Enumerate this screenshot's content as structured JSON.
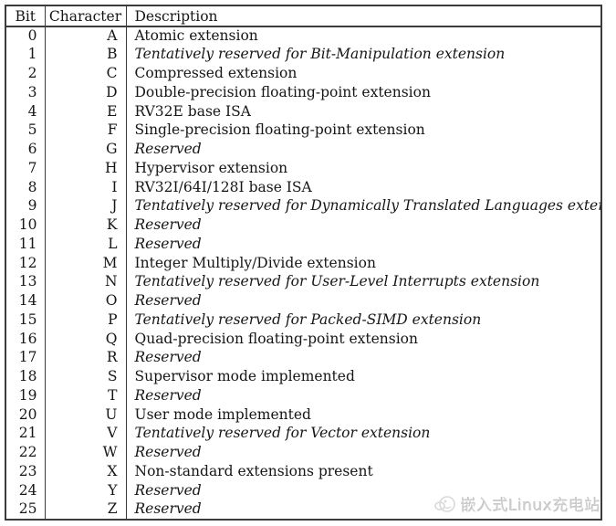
{
  "table": {
    "headers": {
      "bit": "Bit",
      "character": "Character",
      "description": "Description"
    },
    "rows": [
      {
        "bit": "0",
        "char": "A",
        "desc": "Atomic extension",
        "italic": false
      },
      {
        "bit": "1",
        "char": "B",
        "desc": "Tentatively reserved for Bit-Manipulation extension",
        "italic": true
      },
      {
        "bit": "2",
        "char": "C",
        "desc": "Compressed extension",
        "italic": false
      },
      {
        "bit": "3",
        "char": "D",
        "desc": "Double-precision floating-point extension",
        "italic": false
      },
      {
        "bit": "4",
        "char": "E",
        "desc": "RV32E base ISA",
        "italic": false
      },
      {
        "bit": "5",
        "char": "F",
        "desc": "Single-precision floating-point extension",
        "italic": false
      },
      {
        "bit": "6",
        "char": "G",
        "desc": "Reserved",
        "italic": true
      },
      {
        "bit": "7",
        "char": "H",
        "desc": "Hypervisor extension",
        "italic": false
      },
      {
        "bit": "8",
        "char": "I",
        "desc": "RV32I/64I/128I base ISA",
        "italic": false
      },
      {
        "bit": "9",
        "char": "J",
        "desc": "Tentatively reserved for Dynamically Translated Languages extension",
        "italic": true
      },
      {
        "bit": "10",
        "char": "K",
        "desc": "Reserved",
        "italic": true
      },
      {
        "bit": "11",
        "char": "L",
        "desc": "Reserved",
        "italic": true
      },
      {
        "bit": "12",
        "char": "M",
        "desc": "Integer Multiply/Divide extension",
        "italic": false
      },
      {
        "bit": "13",
        "char": "N",
        "desc": "Tentatively reserved for User-Level Interrupts extension",
        "italic": true
      },
      {
        "bit": "14",
        "char": "O",
        "desc": "Reserved",
        "italic": true
      },
      {
        "bit": "15",
        "char": "P",
        "desc": "Tentatively reserved for Packed-SIMD extension",
        "italic": true
      },
      {
        "bit": "16",
        "char": "Q",
        "desc": "Quad-precision floating-point extension",
        "italic": false
      },
      {
        "bit": "17",
        "char": "R",
        "desc": "Reserved",
        "italic": true
      },
      {
        "bit": "18",
        "char": "S",
        "desc": "Supervisor mode implemented",
        "italic": false
      },
      {
        "bit": "19",
        "char": "T",
        "desc": "Reserved",
        "italic": true
      },
      {
        "bit": "20",
        "char": "U",
        "desc": "User mode implemented",
        "italic": false
      },
      {
        "bit": "21",
        "char": "V",
        "desc": "Tentatively reserved for Vector extension",
        "italic": true
      },
      {
        "bit": "22",
        "char": "W",
        "desc": "Reserved",
        "italic": true
      },
      {
        "bit": "23",
        "char": "X",
        "desc": "Non-standard extensions present",
        "italic": false
      },
      {
        "bit": "24",
        "char": "Y",
        "desc": "Reserved",
        "italic": true
      },
      {
        "bit": "25",
        "char": "Z",
        "desc": "Reserved",
        "italic": true
      }
    ]
  },
  "watermark": {
    "text": "嵌入式Linux充电站",
    "logo": "penguin-logo-icon"
  },
  "colors": {
    "table_border": "#3c3c3c",
    "text": "#161616",
    "watermark_text": "#cccccc",
    "background": "#ffffff"
  }
}
